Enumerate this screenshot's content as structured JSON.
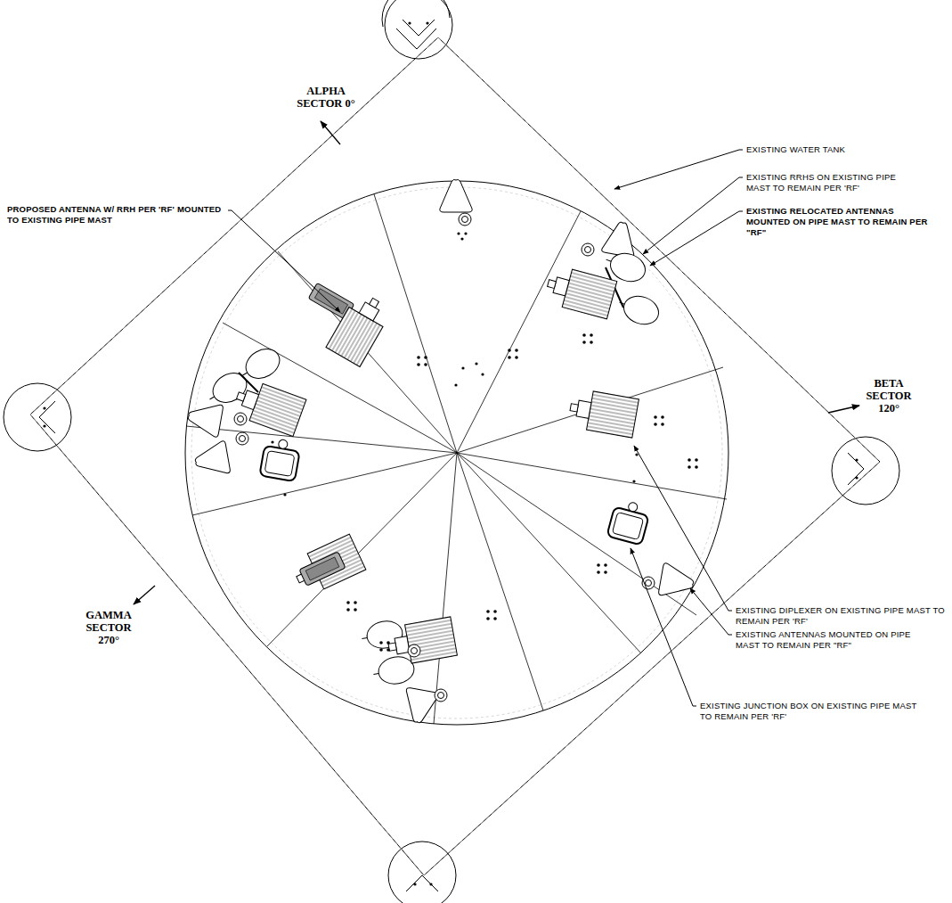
{
  "diagram": {
    "labels": [
      "ALPHA SECTOR 0°",
      "BETA SECTOR 120°",
      "GAMMA SECTOR 270°",
      "PROPOSED ANTENNA W/ RRH PER 'RF' MOUNTED TO EXISTING PIPE MAST",
      "EXISTING WATER TANK",
      "EXISTING RRHS ON EXISTING PIPE MAST TO REMAIN PER 'RF'",
      "EXISTING RELOCATED ANTENNAS MOUNTED ON PIPE MAST TO REMAIN PER \"RF\"",
      "EXISTING DIPLEXER ON EXISTING PIPE MAST TO REMAIN PER 'RF'",
      "EXISTING ANTENNAS MOUNTED ON PIPE MAST TO REMAIN PER \"RF\"",
      "EXISTING JUNCTION BOX ON EXISTING PIPE MAST TO REMAIN PER 'RF'"
    ]
  }
}
